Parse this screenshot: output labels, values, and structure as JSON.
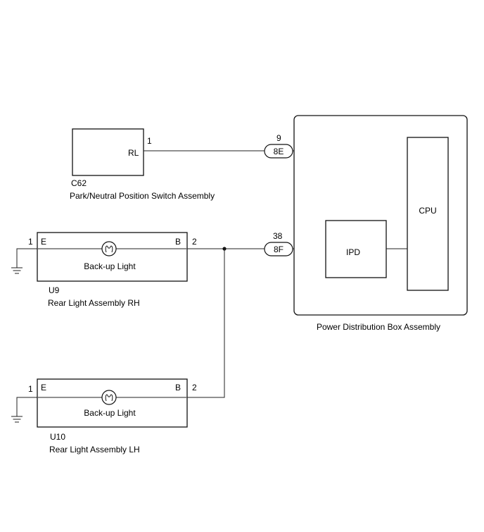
{
  "switch_component": {
    "pin_number": "1",
    "pin_label": "RL",
    "code": "C62",
    "name": "Park/Neutral Position Switch Assembly"
  },
  "rear_light_rh": {
    "pin_left_number": "1",
    "pin_left_label": "E",
    "pin_right_label": "B",
    "pin_right_number": "2",
    "lamp_label": "Back-up Light",
    "code": "U9",
    "name": "Rear Light Assembly RH"
  },
  "rear_light_lh": {
    "pin_left_number": "1",
    "pin_left_label": "E",
    "pin_right_label": "B",
    "pin_right_number": "2",
    "lamp_label": "Back-up Light",
    "code": "U10",
    "name": "Rear Light Assembly LH"
  },
  "connector_8e": {
    "pin": "9",
    "label": "8E"
  },
  "connector_8f": {
    "pin": "38",
    "label": "8F"
  },
  "power_box": {
    "cpu_label": "CPU",
    "ipd_label": "IPD",
    "name": "Power Distribution Box Assembly"
  }
}
